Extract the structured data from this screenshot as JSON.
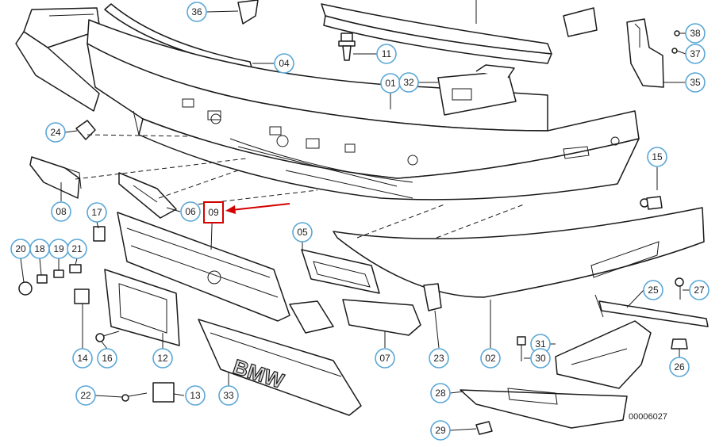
{
  "callouts": {
    "p01": "01",
    "p02": "02",
    "p04": "04",
    "p05": "05",
    "p06": "06",
    "p07": "07",
    "p08": "08",
    "p09": "09",
    "p11": "11",
    "p12": "12",
    "p13": "13",
    "p14": "14",
    "p15": "15",
    "p16": "16",
    "p17": "17",
    "p18": "18",
    "p19": "19",
    "p20": "20",
    "p21": "21",
    "p22": "22",
    "p23": "23",
    "p24": "24",
    "p25": "25",
    "p26": "26",
    "p27": "27",
    "p28": "28",
    "p29": "29",
    "p30": "30",
    "p31": "31",
    "p32": "32",
    "p33": "33",
    "p35": "35",
    "p36": "36",
    "p37": "37",
    "p38": "38"
  },
  "highlight": {
    "part": "09",
    "color": "#d40000"
  },
  "callout_color": "#5aa7d6",
  "logo_text": "BMW",
  "document_number": "00006027"
}
